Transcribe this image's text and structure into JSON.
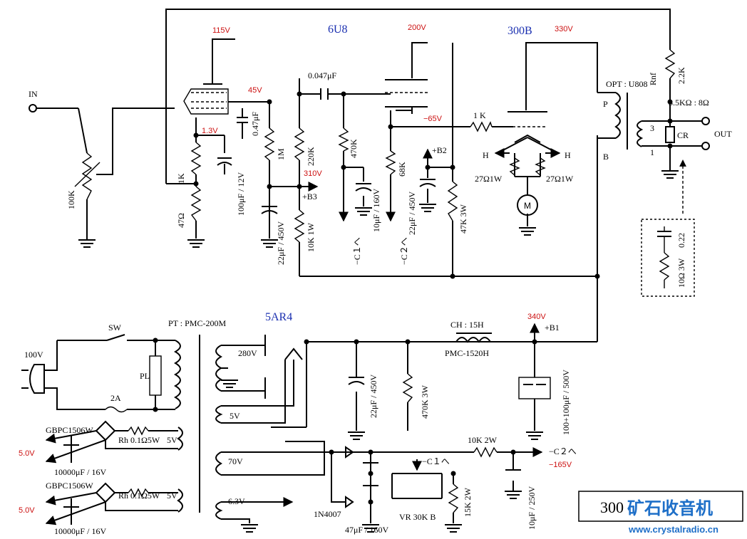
{
  "tubes": {
    "v1": "6U8",
    "v2": "300B",
    "rectifier": "5AR4"
  },
  "labels": {
    "in": "IN",
    "out": "OUT",
    "opt": "OPT : U808",
    "opt_p": "P",
    "opt_b": "B",
    "pt": "PT : PMC-200M",
    "ch": "CH : 15H",
    "ch_part": "PMC-1520H",
    "sw": "SW",
    "mains": "100V",
    "fuse": "2A",
    "pl": "PL",
    "b1": "+B1",
    "b2": "+B2",
    "b3": "+B3",
    "c1_out": "−C１へ",
    "c2_out": "−C２へ",
    "c1_in": "−C１へ",
    "c2_in": "−C２へ",
    "imp": "3.5KΩ : 8Ω",
    "cr": "CR",
    "tap3": "3",
    "tap1": "1",
    "h1": "H",
    "h2": "H",
    "motor": "M",
    "pt_280": "280V",
    "pt_5": "5V",
    "pt_70": "70V",
    "pt_63": "6.3V",
    "bridge1": "GBPC1506W",
    "bridge2": "GBPC1506W",
    "rh1": "Rh 0.1Ω5W",
    "rh2": "Rh 0.1Ω5W",
    "fil1": "5V",
    "fil2": "5V",
    "diode": "1N4007",
    "title_box": "300"
  },
  "voltages": {
    "v115": "115V",
    "v45": "45V",
    "v13": "1.3V",
    "v200": "200V",
    "vm65": "−65V",
    "v330": "330V",
    "v310": "310V",
    "v340": "340V",
    "vm165": "−165V",
    "v50a": "5.0V",
    "v50b": "5.0V"
  },
  "components": {
    "r_in": "100K",
    "r_1k": "1K",
    "r_47": "47Ω",
    "c_100u12": "100μF / 12V",
    "c_047u": "0.47μF",
    "r_1m": "1M",
    "c_22u450a": "22μF / 450V",
    "r_220k": "220K",
    "r_10k1w": "10K 1W",
    "c_0047": "0.047μF",
    "r_470k": "470K",
    "c_10u160": "10μF / 160V",
    "r_68k": "68K",
    "c_22u450b": "22μF / 450V",
    "r_47k3w": "47K 3W",
    "r_1k_grid": "1 K",
    "r_27a": "27Ω1W",
    "r_27b": "27Ω1W",
    "r_rnf": "Rnf",
    "r_22k": "2.2K",
    "c_022": "0.22",
    "r_10_3w": "10Ω 3W",
    "c_22u450c": "22μF / 450V",
    "r_470k3w": "470K 3W",
    "c_100_100": "100+100μF / 500V",
    "c_10000a": "10000μF / 16V",
    "c_10000b": "10000μF / 16V",
    "r_10k2w": "10K 2W",
    "c_10u250": "10μF / 250V",
    "vr": "VR 30K B",
    "r_15k2w": "15K 2W",
    "c_47u160": "47μF / 160V"
  },
  "watermark": {
    "cn": "矿石收音机",
    "url": "www.crystalradio.cn"
  },
  "colors": {
    "voltage_red": "#cc1111",
    "tube_blue": "#1a2fb0",
    "watermark_blue": "#1e6fc8"
  }
}
